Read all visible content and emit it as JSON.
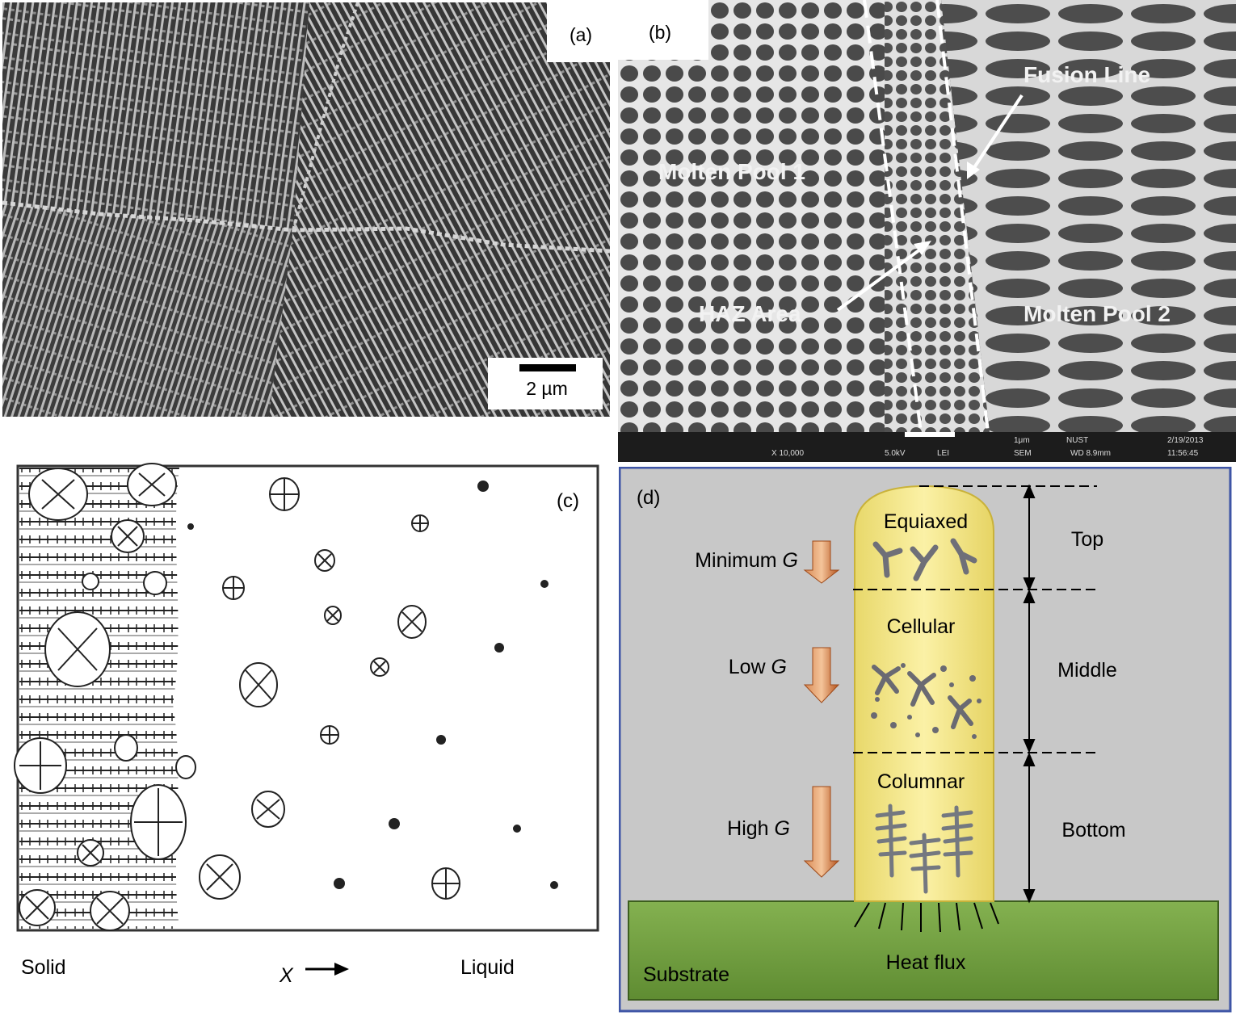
{
  "colors": {
    "substrate": "#77a344",
    "column_fill": "#f6e98a",
    "arrow_orange": "#c7632a",
    "panel_d_bg": "#c9c9c9",
    "panel_d_border": "#3e55a6",
    "sem_dark": "#2e2e2e"
  },
  "panel_a": {
    "label": "(a)",
    "scalebar": "2 µm"
  },
  "panel_b": {
    "label": "(b)",
    "molten_pool_1": "Molten Pool 1",
    "molten_pool_2": "Molten Pool 2",
    "fusion_line": "Fusion Line",
    "haz_area": "HAZ Area",
    "info": {
      "mag": "X 10,000",
      "kv": "5.0kV",
      "mode": "LEI",
      "instrument": "SEM",
      "scale": "1μm",
      "lab": "NUST",
      "wd": "WD 8.9mm",
      "date": "2/19/2013",
      "time": "11:56:45"
    }
  },
  "panel_c": {
    "label": "(c)",
    "solid": "Solid",
    "liquid": "Liquid",
    "x_axis": "X"
  },
  "panel_d": {
    "label": "(d)",
    "zones": [
      "Equiaxed",
      "Cellular",
      "Columnar"
    ],
    "gradients": [
      {
        "prefix": "Minimum ",
        "symbol": "G"
      },
      {
        "prefix": "Low ",
        "symbol": "G"
      },
      {
        "prefix": "High ",
        "symbol": "G"
      }
    ],
    "regions": [
      "Top",
      "Middle",
      "Bottom"
    ],
    "substrate": "Substrate",
    "heat_flux": "Heat flux"
  }
}
